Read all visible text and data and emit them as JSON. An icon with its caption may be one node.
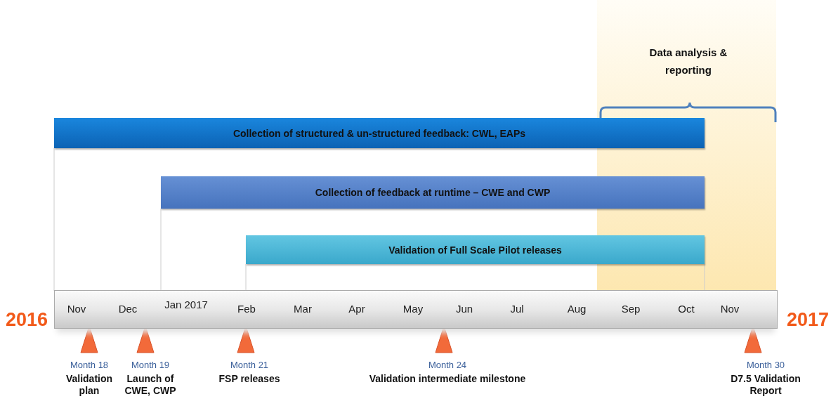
{
  "diagram": {
    "nodes": [
      {
        "text": [
          "Collection of  structured & un-structured feedback: CWL, EAPs"
        ]
      },
      {
        "text": [
          "Collection  of  feedback at runtime – CWE and CWP"
        ]
      },
      {
        "text": [
          "Validation  of Full Scale Pilot releases"
        ]
      },
      {
        "text": [
          "Data analysis & reporting"
        ]
      },
      {
        "text": [
          "Nov",
          "Dec",
          "Jan 2017",
          "Feb",
          "Mar",
          "Apr",
          "May",
          "Jun",
          "Jul",
          "Aug",
          "Sep",
          "Oct",
          "Nov"
        ]
      },
      {
        "text": [
          "Month 18",
          "Validation plan"
        ]
      },
      {
        "text": [
          "Month 19",
          "Launch of CWE, CWP"
        ]
      },
      {
        "text": [
          "Month 21",
          "FSP releases"
        ]
      },
      {
        "text": [
          "Month 24",
          "Validation intermediate milestone"
        ]
      },
      {
        "text": [
          "Month 30",
          "D7.5 Validation Report"
        ]
      }
    ],
    "labels": [
      "2016",
      "2017"
    ]
  }
}
